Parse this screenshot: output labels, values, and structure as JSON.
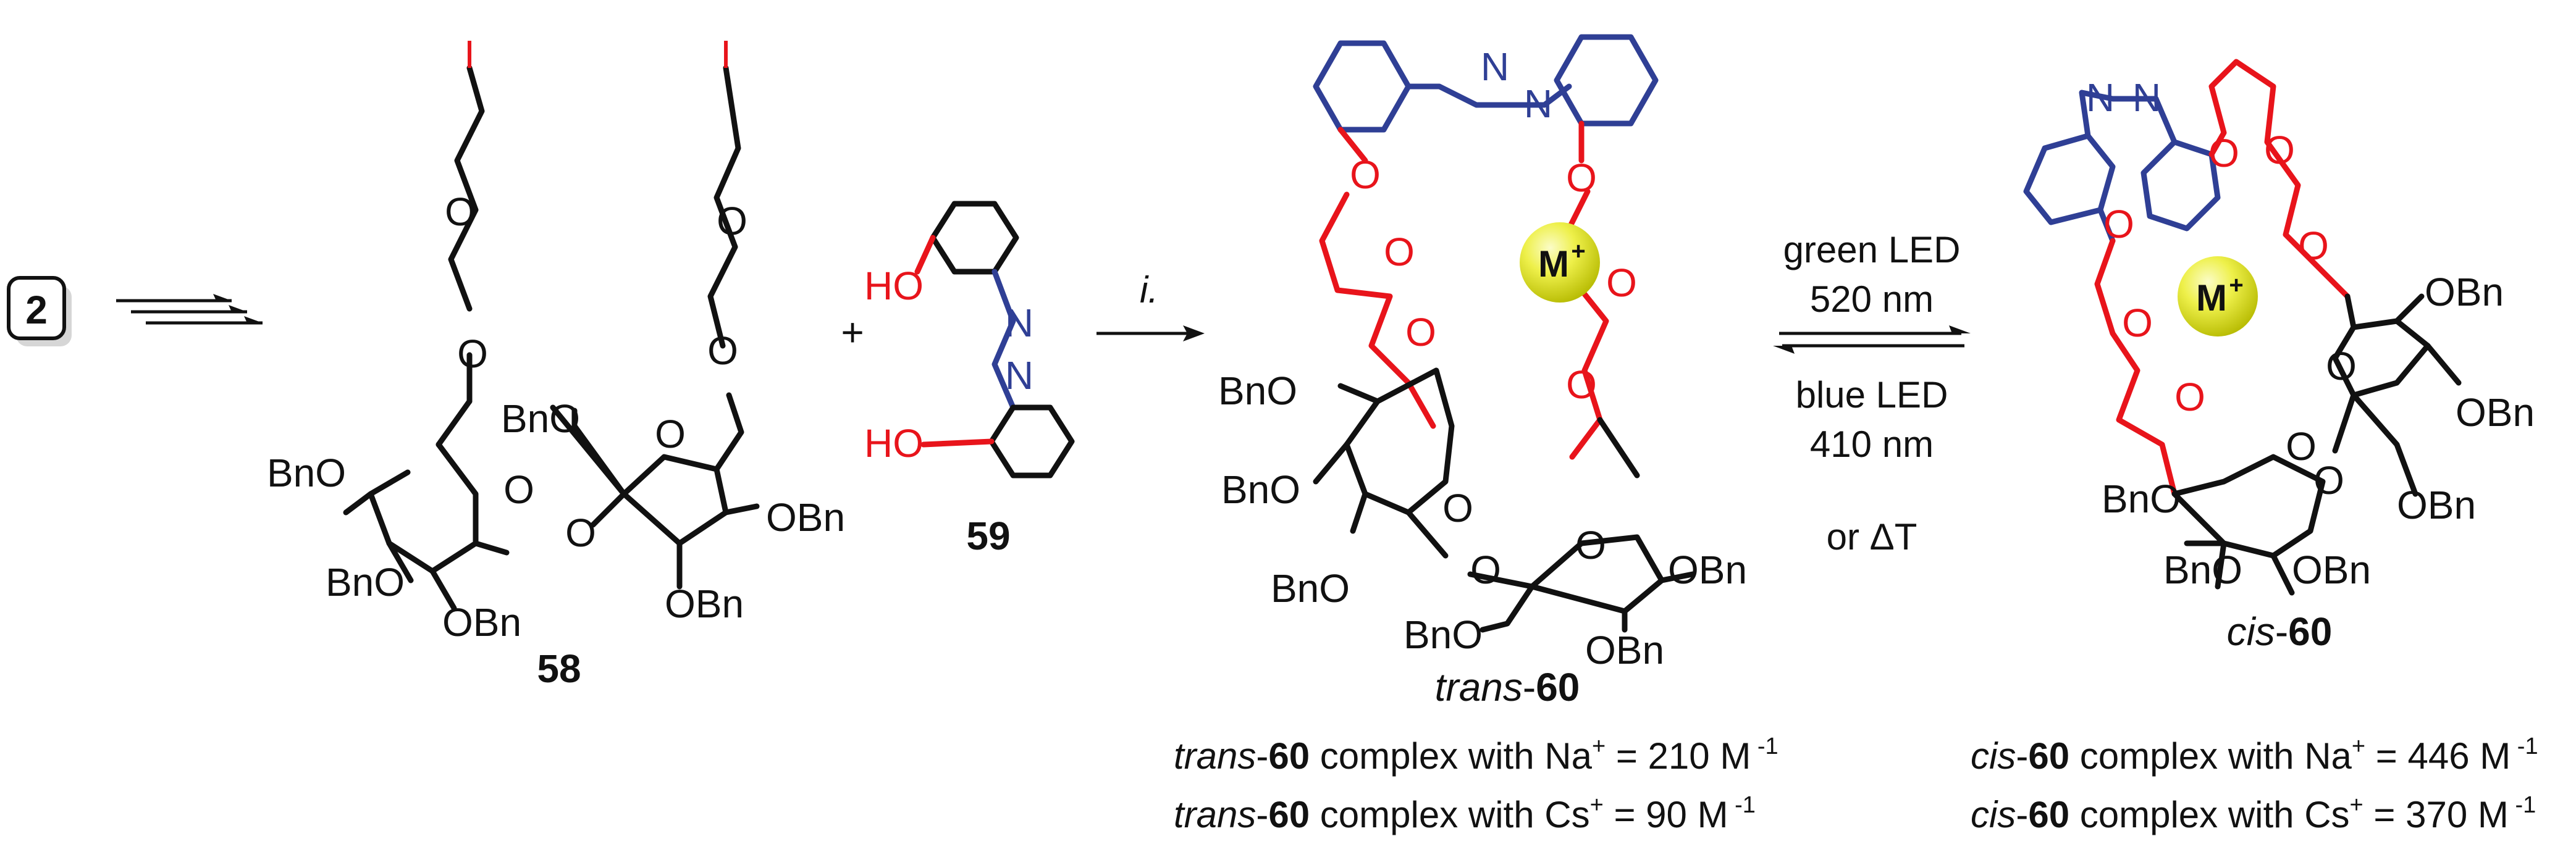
{
  "compounds": {
    "start": "2",
    "sugar": "58",
    "azo": "59",
    "trans_prefix": "trans",
    "trans_num": "60",
    "cis_prefix": "cis",
    "cis_num": "60"
  },
  "reagent": "i.",
  "plus": "+",
  "metal": "M",
  "metal_charge": "+",
  "conditions": {
    "forward_1": "green LED",
    "forward_2": "520 nm",
    "reverse_1": "blue LED",
    "reverse_2": "410 nm",
    "reverse_3": "or ΔT"
  },
  "atoms": {
    "iodine": "I",
    "oxygen": "O",
    "nitrogen": "N",
    "hydroxy": "HO",
    "obn": "OBn",
    "bno": "BnO"
  },
  "binding": [
    {
      "prefix": "trans",
      "num": "60",
      "text": " complex with Na",
      "sup": "+",
      "value": " = 210 M",
      "unit_sup": " -1"
    },
    {
      "prefix": "trans",
      "num": "60",
      "text": " complex with Cs",
      "sup": "+",
      "value": " =   90 M",
      "unit_sup": " -1"
    },
    {
      "prefix": "cis",
      "num": "60",
      "text": " complex with Na",
      "sup": "+",
      "value": " = 446 M",
      "unit_sup": " -1"
    },
    {
      "prefix": "cis",
      "num": "60",
      "text": " complex with Cs",
      "sup": "+",
      "value": " = 370 M",
      "unit_sup": " -1"
    }
  ],
  "colors": {
    "oxygen_linker": "#e8141b",
    "azo": "#2f3f95",
    "metal_sphere": "#e2e619"
  }
}
